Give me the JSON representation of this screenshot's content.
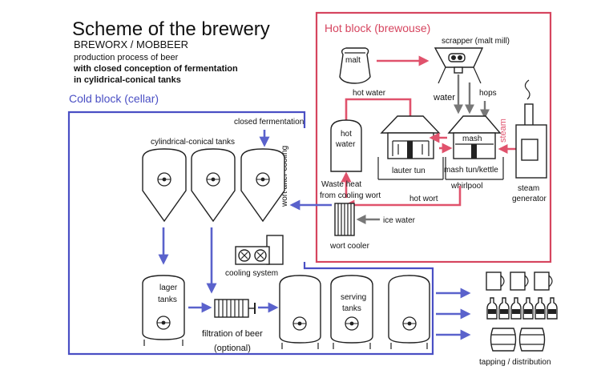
{
  "header": {
    "title": "Scheme of the brewery",
    "brand": "BREWORX / MOBBEER",
    "line1": "production process of beer",
    "line2": "with closed conception of fermentation",
    "line3": "in cylidrical-conical tanks"
  },
  "cold_block": {
    "title": "Cold block (cellar)"
  },
  "hot_block": {
    "title": "Hot block (brewouse)"
  },
  "labels": {
    "malt": "malt",
    "scrapper": "scrapper (malt mill)",
    "hot_water_pipe": "hot water",
    "water": "water",
    "hops": "hops",
    "steam": "steam",
    "hot_water_tank_1": "hot",
    "hot_water_tank_2": "water",
    "mash": "mash",
    "lauter_tun": "lauter tun",
    "mash_tun_kettle": "mash tun/kettle",
    "whirlpool": "whirlpool",
    "steam_generator_1": "steam",
    "steam_generator_2": "generator",
    "waste_heat_1": "Waste heat",
    "waste_heat_2": "from cooling wort",
    "hot_wort": "hot wort",
    "ice_water": "ice water",
    "wort_cooler": "wort cooler",
    "closed_fermentation": "closed fermentation",
    "cck_tanks": "cylindrical-conical tanks",
    "wort_after_cooling": "wort after cooling",
    "cooling_system": "cooling system",
    "lager_tanks_1": "lager",
    "lager_tanks_2": "tanks",
    "filtration_1": "filtration of beer",
    "filtration_2": "(optional)",
    "serving_tanks_1": "serving",
    "serving_tanks_2": "tanks",
    "tapping": "tapping / distribution"
  },
  "colors": {
    "cold_block": "#4a4fc4",
    "hot_block": "#d6455f",
    "arrow_blue": "#5a62cc",
    "arrow_red": "#e0526c",
    "arrow_gray": "#7a7a7a"
  }
}
